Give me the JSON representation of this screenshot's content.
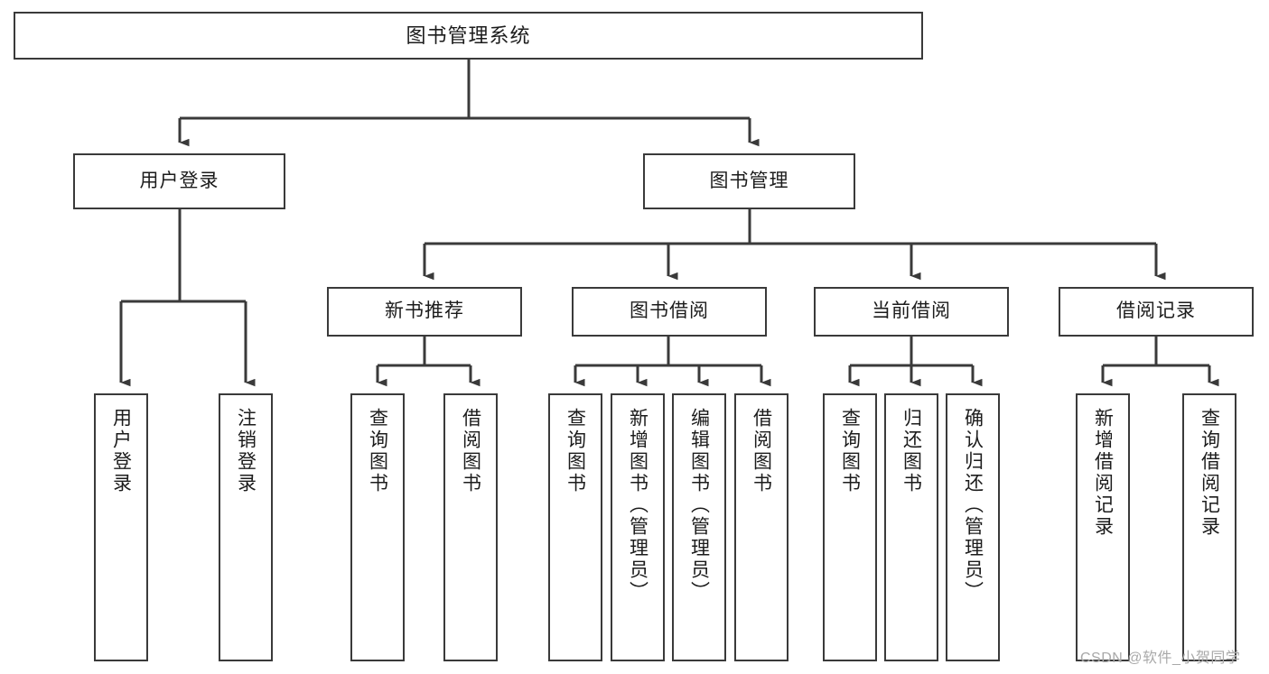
{
  "diagram": {
    "title": "图书管理系统",
    "type": "tree-hierarchy",
    "line_color": "#3a3a3a",
    "box_fill": "#ffffff",
    "text_color": "#1c1c1c"
  },
  "nodes": {
    "root": {
      "label": "图书管理系统"
    },
    "level2": [
      {
        "label": "用户登录"
      },
      {
        "label": "图书管理"
      }
    ],
    "level3": [
      {
        "label": "新书推荐"
      },
      {
        "label": "图书借阅"
      },
      {
        "label": "当前借阅"
      },
      {
        "label": "借阅记录"
      }
    ],
    "leaves_user_login": [
      {
        "label": "用户登录"
      },
      {
        "label": "注销登录"
      }
    ],
    "leaves_new_books": [
      {
        "label": "查询图书"
      },
      {
        "label": "借阅图书"
      }
    ],
    "leaves_borrow": [
      {
        "label": "查询图书"
      },
      {
        "label": "新增图书（管理员）"
      },
      {
        "label": "编辑图书（管理员）"
      },
      {
        "label": "借阅图书"
      }
    ],
    "leaves_current": [
      {
        "label": "查询图书"
      },
      {
        "label": "归还图书"
      },
      {
        "label": "确认归还（管理员）"
      }
    ],
    "leaves_records": [
      {
        "label": "新增借阅记录"
      },
      {
        "label": "查询借阅记录"
      }
    ]
  },
  "watermark": {
    "text": "CSDN @软件_小贺同学"
  }
}
